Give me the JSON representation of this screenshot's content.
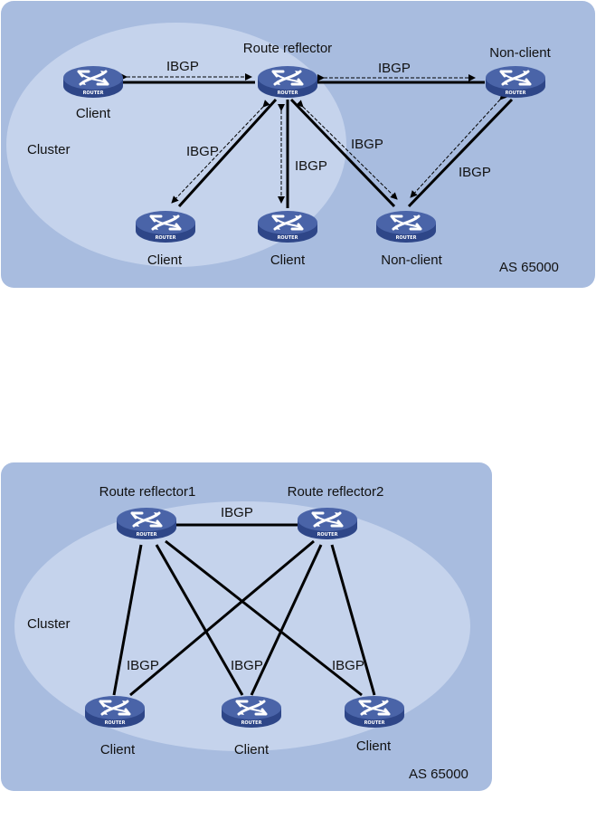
{
  "diagram1": {
    "as_label": "AS 65000",
    "cluster_label": "Cluster",
    "router_badge": "ROUTER",
    "colors": {
      "as_bg": "#a8bcdf",
      "cluster_bg": "#c5d3ec",
      "router_top": "#4a64a8",
      "router_side": "#2e4688"
    },
    "nodes": [
      {
        "id": "rr",
        "label": "Route reflector"
      },
      {
        "id": "c1",
        "label": "Client"
      },
      {
        "id": "nc1",
        "label": "Non-client"
      },
      {
        "id": "c2",
        "label": "Client"
      },
      {
        "id": "c3",
        "label": "Client"
      },
      {
        "id": "nc2",
        "label": "Non-client"
      }
    ],
    "links": [
      {
        "from": "c1",
        "to": "rr",
        "label": "IBGP",
        "style": "solid+dashed-arrow"
      },
      {
        "from": "rr",
        "to": "nc1",
        "label": "IBGP",
        "style": "solid+dashed-arrow"
      },
      {
        "from": "rr",
        "to": "c2",
        "label": "IBGP",
        "style": "solid+dashed-arrow"
      },
      {
        "from": "rr",
        "to": "c3",
        "label": "IBGP",
        "style": "solid+dashed-arrow"
      },
      {
        "from": "rr",
        "to": "nc2",
        "label": "IBGP",
        "style": "solid+dashed-arrow"
      },
      {
        "from": "nc1",
        "to": "nc2",
        "label": "IBGP",
        "style": "solid+dashed-arrow"
      }
    ]
  },
  "diagram2": {
    "as_label": "AS 65000",
    "cluster_label": "Cluster",
    "router_badge": "ROUTER",
    "nodes": [
      {
        "id": "rr1",
        "label": "Route reflector1"
      },
      {
        "id": "rr2",
        "label": "Route reflector2"
      },
      {
        "id": "c1",
        "label": "Client"
      },
      {
        "id": "c2",
        "label": "Client"
      },
      {
        "id": "c3",
        "label": "Client"
      }
    ],
    "link_labels": [
      "IBGP",
      "IBGP",
      "IBGP",
      "IBGP"
    ]
  }
}
